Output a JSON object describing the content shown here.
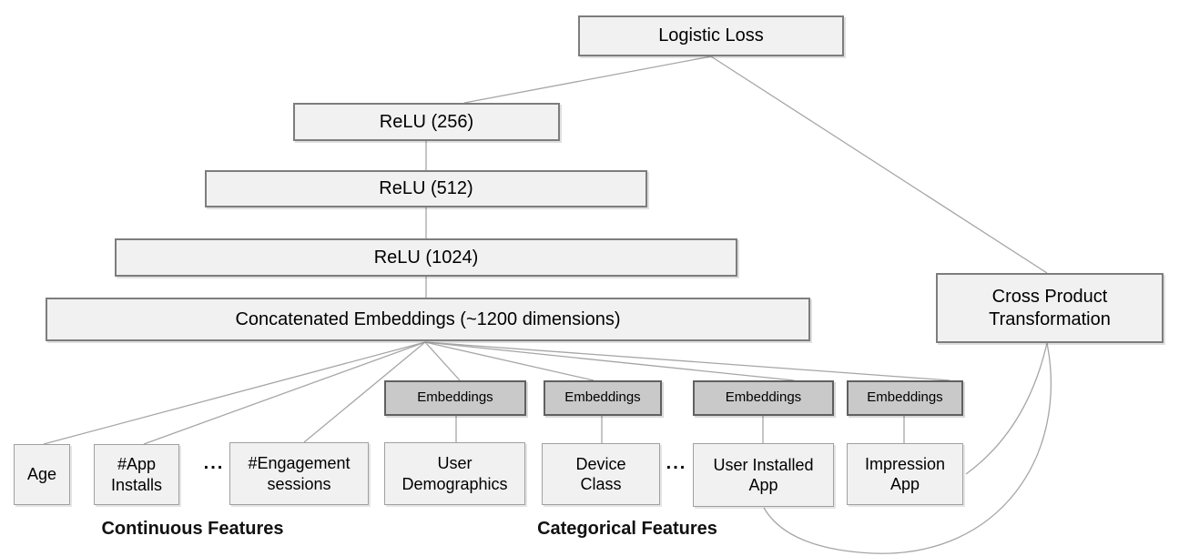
{
  "colors": {
    "background": "#ffffff",
    "box_fill": "#f1f1f1",
    "box_border": "#7d7d7d",
    "embedding_fill": "#c9c9c9",
    "embedding_border": "#606060",
    "feature_border": "#a0a0a0",
    "edge_line": "#a6a6a6",
    "text": "#000000"
  },
  "nodes": {
    "logistic_loss": "Logistic Loss",
    "relu_256": "ReLU (256)",
    "relu_512": "ReLU (512)",
    "relu_1024": "ReLU (1024)",
    "concatenated_embeddings": "Concatenated Embeddings (~1200 dimensions)",
    "cross_product": "Cross Product\nTransformation",
    "embeddings": [
      "Embeddings",
      "Embeddings",
      "Embeddings",
      "Embeddings"
    ],
    "age": "Age",
    "app_installs": "#App\nInstalls",
    "engagement_sessions": "#Engagement\nsessions",
    "user_demographics": "User\nDemographics",
    "device_class": "Device\nClass",
    "user_installed_app": "User Installed\nApp",
    "impression_app": "Impression\nApp"
  },
  "ellipsis": "...",
  "group_labels": {
    "continuous": "Continuous Features",
    "categorical": "Categorical Features"
  }
}
